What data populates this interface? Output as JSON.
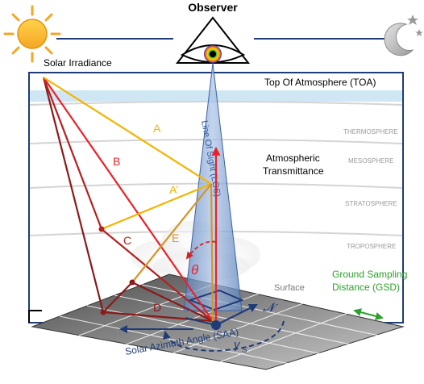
{
  "labels": {
    "observer": "Observer",
    "solar_irradiance": "Solar Irradiance",
    "toa": "Top Of Atmosphere (TOA)",
    "thermosphere": "THERMOSPHERE",
    "mesosphere": "MESOSPHERE",
    "stratosphere": "STRATOSPHERE",
    "troposphere": "TROPOSPHERE",
    "atm_transmittance_1": "Atmospheric",
    "atm_transmittance_2": "Transmittance",
    "los": "Line Of Sight (LOS)",
    "path_a": "A",
    "path_a_prime": "A’",
    "path_b": "B",
    "path_c": "C",
    "path_d": "D",
    "path_e": "E",
    "theta": "θ",
    "surface": "Surface",
    "north": "𝓝",
    "gamma_s": "γ",
    "gamma_sub": "S",
    "gsd_1": "Ground Sampling",
    "gsd_2": "Distance (GSD)",
    "saa": "Solar Azimuth Angle (SAA)"
  },
  "colors": {
    "path_a": "#f4b400",
    "path_b": "#e8232a",
    "path_c": "#b52020",
    "path_d": "#8b1a1a",
    "path_e": "#d4952a",
    "los_cone": "#6f93c8",
    "navy": "#1f3c78",
    "gsd": "#2ca02c",
    "atmosphere_band": "#cfe6f4"
  },
  "icons": {
    "sun": "sun-icon",
    "moon": "moon-icon",
    "eye": "eye-icon"
  }
}
